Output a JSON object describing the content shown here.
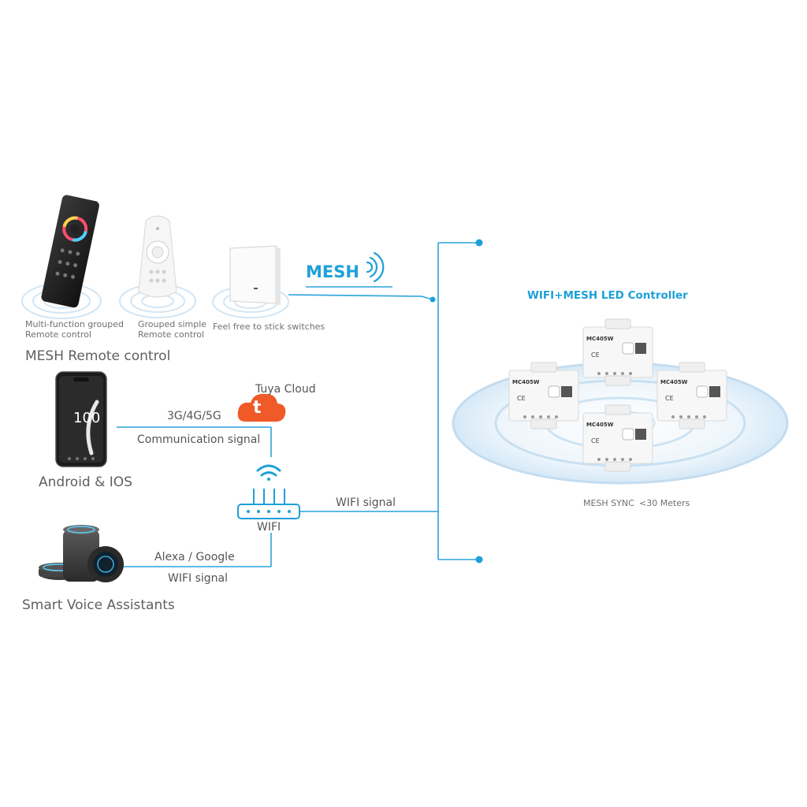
{
  "remotes": {
    "multi_function": [
      "Multi-function grouped",
      "Remote control"
    ],
    "grouped_simple": [
      "Grouped simple",
      "Remote control"
    ],
    "stick_switch": "Feel free to stick switches",
    "group_label": "MESH Remote control"
  },
  "mesh_label": "MESH",
  "app": {
    "label": "Android & IOS",
    "screen_value": "100"
  },
  "cloud": {
    "label": "Tuya Cloud",
    "logo_letter": "t"
  },
  "network": {
    "mobile_top": "3G/4G/5G",
    "mobile_bottom": "Communication signal",
    "router_label": "WIFI",
    "wifi_signal": "WIFI signal"
  },
  "voice": {
    "label": "Smart Voice Assistants",
    "top": "Alexa / Google",
    "bottom": "WIFI signal"
  },
  "controller": {
    "title": "WIFI+MESH LED Controller",
    "model": "MC405W",
    "ce_mark": "CE",
    "sync_label": "MESH SYNC",
    "sync_range": "<30 Meters"
  },
  "colors": {
    "accent": "#1ea0d8",
    "line": "#2aa3dc",
    "tuya": "#f05a28"
  }
}
